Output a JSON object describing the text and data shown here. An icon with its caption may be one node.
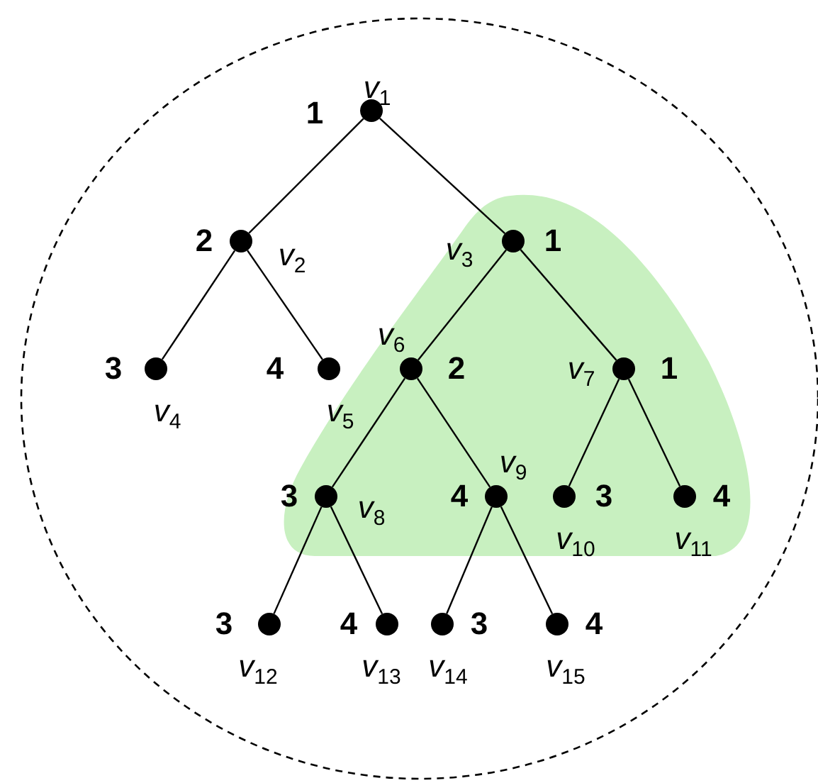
{
  "diagram": {
    "nodes": [
      {
        "text": [],
        "shape": "circle",
        "beside": [
          "*v*$_{1}$",
          "1"
        ]
      },
      {
        "text": [],
        "shape": "circle",
        "beside": [
          "2",
          "*v*$_{2}$"
        ]
      },
      {
        "text": [],
        "shape": "circle",
        "beside": [
          "*v*$_{3}$",
          "1"
        ]
      },
      {
        "text": [],
        "shape": "circle",
        "beside": [
          "3",
          "*v*$_{4}$"
        ]
      },
      {
        "text": [],
        "shape": "circle",
        "beside": [
          "4",
          "*v*$_{5}$"
        ]
      },
      {
        "text": [],
        "shape": "circle",
        "beside": [
          "*v*$_{6}$",
          "2"
        ]
      },
      {
        "text": [],
        "shape": "circle",
        "beside": [
          "*v*$_{7}$",
          "1"
        ]
      },
      {
        "text": [],
        "shape": "circle",
        "beside": [
          "3",
          "*v*$_{8}$"
        ]
      },
      {
        "text": [],
        "shape": "circle",
        "beside": [
          "4",
          "*v*$_{9}$"
        ]
      },
      {
        "text": [],
        "shape": "circle",
        "beside": [
          "3",
          "*v*$_{10}$"
        ]
      },
      {
        "text": [],
        "shape": "circle",
        "beside": [
          "4",
          "*v*$_{11}$"
        ]
      },
      {
        "text": [],
        "shape": "circle",
        "beside": [
          "3",
          "*v*$_{12}$"
        ]
      },
      {
        "text": [],
        "shape": "circle",
        "beside": [
          "4",
          "*v*$_{13}$"
        ]
      },
      {
        "text": [],
        "shape": "circle",
        "beside": [
          "3",
          "*v*$_{14}$"
        ]
      },
      {
        "text": [],
        "shape": "circle",
        "beside": [
          "4",
          "*v*$_{15}$"
        ]
      }
    ],
    "edges": [
      {
        "from": 0,
        "to": 1,
        "arrow": "none"
      },
      {
        "from": 0,
        "to": 2,
        "arrow": "none"
      },
      {
        "from": 1,
        "to": 3,
        "arrow": "none"
      },
      {
        "from": 1,
        "to": 4,
        "arrow": "none"
      },
      {
        "from": 2,
        "to": 5,
        "arrow": "none"
      },
      {
        "from": 2,
        "to": 6,
        "arrow": "none"
      },
      {
        "from": 5,
        "to": 7,
        "arrow": "none"
      },
      {
        "from": 5,
        "to": 8,
        "arrow": "none"
      },
      {
        "from": 6,
        "to": 9,
        "arrow": "none"
      },
      {
        "from": 6,
        "to": 10,
        "arrow": "none"
      },
      {
        "from": 7,
        "to": 11,
        "arrow": "none"
      },
      {
        "from": 7,
        "to": 12,
        "arrow": "none"
      },
      {
        "from": 8,
        "to": 13,
        "arrow": "none"
      },
      {
        "from": 8,
        "to": 14,
        "arrow": "none"
      }
    ]
  }
}
